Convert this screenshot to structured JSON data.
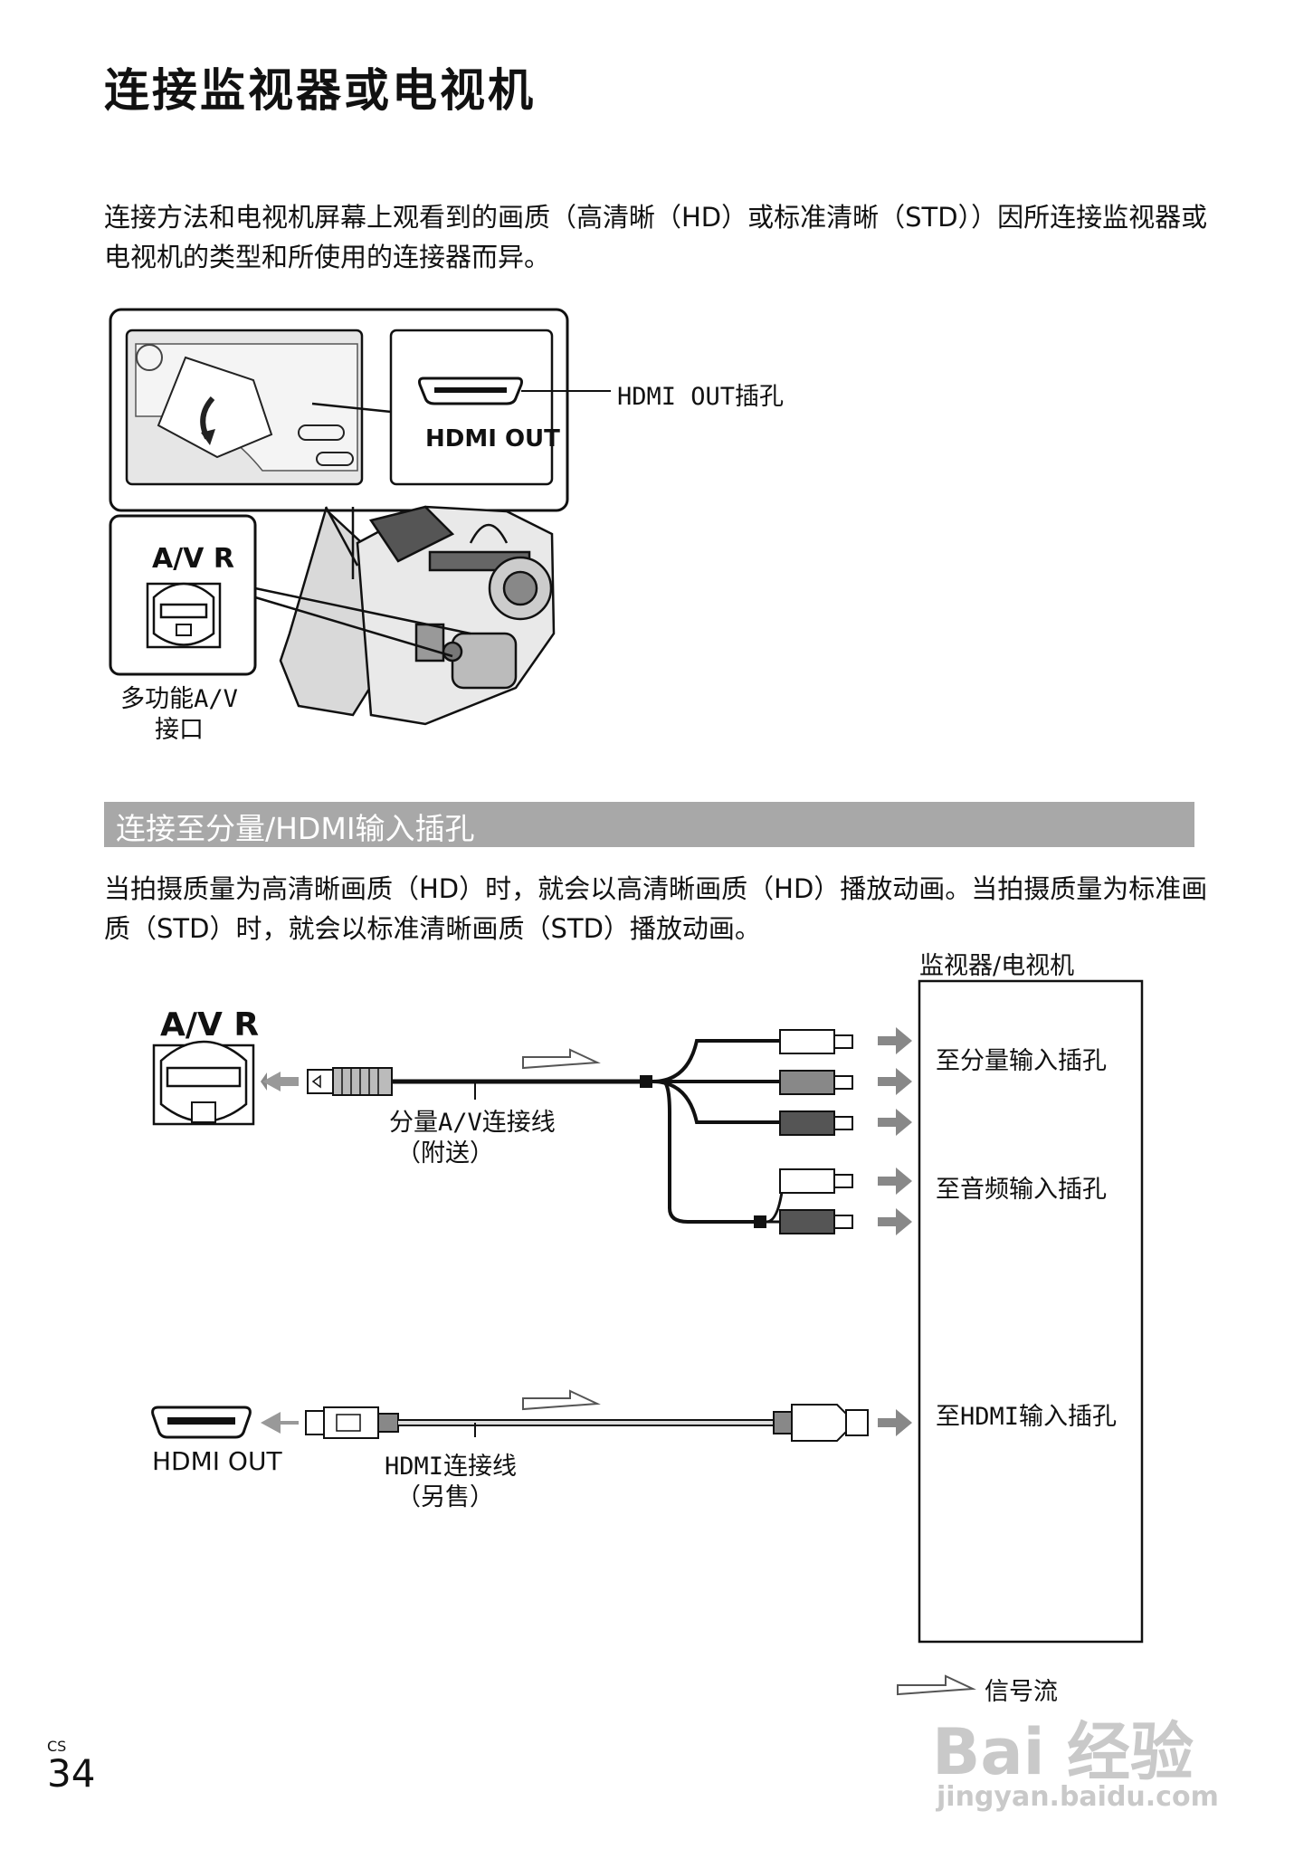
{
  "page": {
    "title": "连接监视器或电视机",
    "intro": "连接方法和电视机屏幕上观看到的画质（高清晰（HD）或标准清晰（STD））因所连接监视器或电视机的类型和所使用的连接器而异。",
    "page_lang": "CS",
    "page_number": "34"
  },
  "top_figure": {
    "hdmi_jack_label": "HDMI OUT",
    "hdmi_callout": "HDMI OUT插孔",
    "av_label": "A/V R",
    "av_callout_line1": "多功能A/V",
    "av_callout_line2": "接口"
  },
  "section": {
    "title": "连接至分量/HDMI输入插孔",
    "text": "当拍摄质量为高清晰画质（HD）时，就会以高清晰画质（HD）播放动画。当拍摄质量为标准画质（STD）时，就会以标准清晰画质（STD）播放动画。"
  },
  "diagram": {
    "monitor_label": "监视器/电视机",
    "av_port_label": "A/V R",
    "hdmi_port_label": "HDMI OUT",
    "component_cable_line1": "分量A/V连接线",
    "component_cable_line2": "（附送）",
    "hdmi_cable_line1": "HDMI连接线",
    "hdmi_cable_line2": "（另售）",
    "to_component": "至分量输入插孔",
    "to_audio": "至音频输入插孔",
    "to_hdmi": "至HDMI输入插孔",
    "legend_signal_flow": "信号流"
  },
  "watermark": {
    "brand": "Bai 经验",
    "url": "jingyan.baidu.com"
  },
  "colors": {
    "section_bar": "#a8a8a8",
    "ink": "#111111"
  }
}
